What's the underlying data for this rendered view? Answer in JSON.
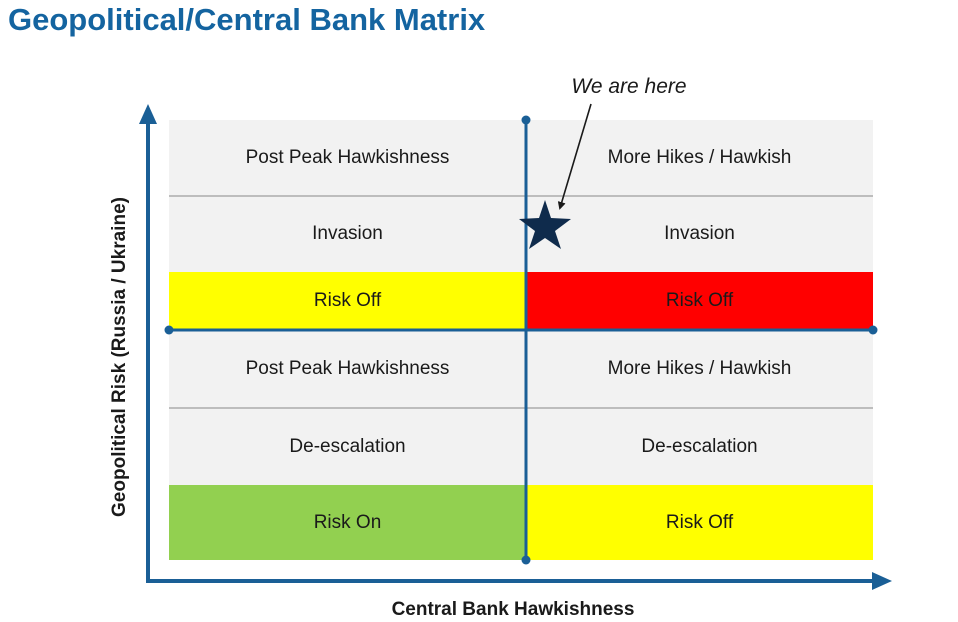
{
  "title": "Geopolitical/Central Bank Matrix",
  "y_axis_label": "Geopolitical Risk (Russia / Ukraine)",
  "x_axis_label": "Central Bank Hawkishness",
  "annotation": "We are here",
  "colors": {
    "title": "#1464a0",
    "axis": "#1a5f96",
    "cell_bg": "#f2f2f2",
    "separator": "#bdbdbd",
    "yellow": "#ffff00",
    "red": "#ff0000",
    "green": "#92d050",
    "star": "#0f2b4c"
  },
  "quadrants": {
    "top_left": {
      "scenario": "Post Peak Hawkishness",
      "geopolitics": "Invasion",
      "outcome": "Risk Off",
      "outcome_color": "yellow"
    },
    "top_right": {
      "scenario": "More Hikes / Hawkish",
      "geopolitics": "Invasion",
      "outcome": "Risk Off",
      "outcome_color": "red"
    },
    "bottom_left": {
      "scenario": "Post Peak Hawkishness",
      "geopolitics": "De-escalation",
      "outcome": "Risk On",
      "outcome_color": "green"
    },
    "bottom_right": {
      "scenario": "More Hikes / Hawkish",
      "geopolitics": "De-escalation",
      "outcome": "Risk Off",
      "outcome_color": "yellow"
    }
  },
  "marker": {
    "icon": "star-icon",
    "position": "top-right quadrant, invasion row, at the vertical axis"
  }
}
